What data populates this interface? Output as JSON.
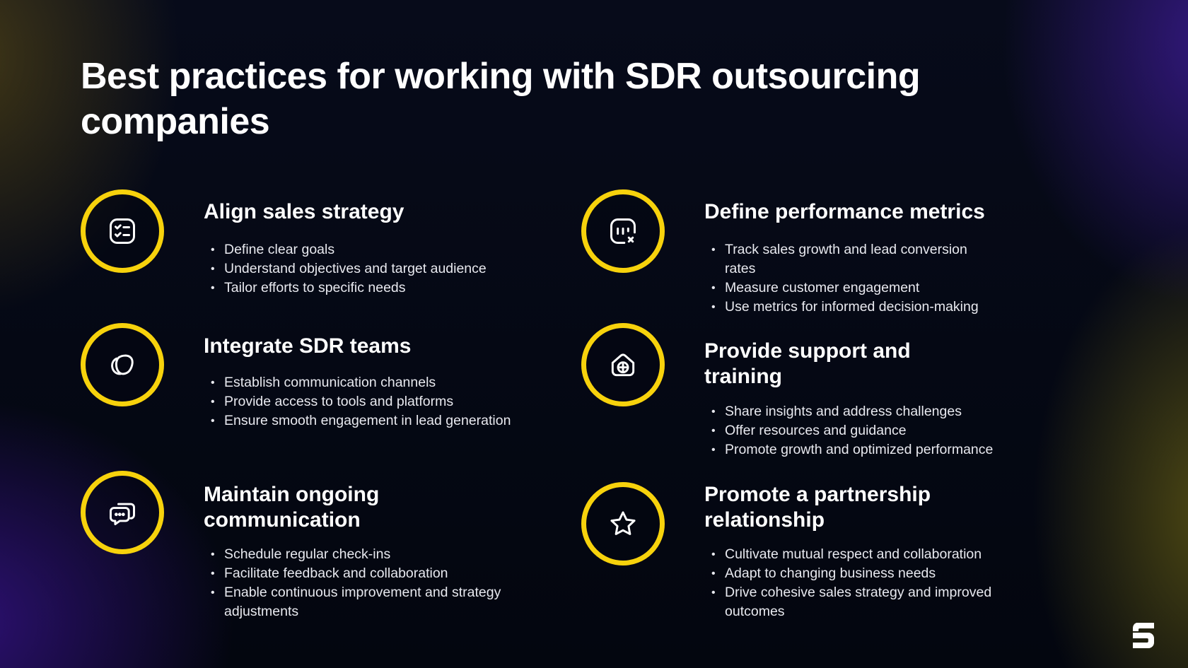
{
  "title": "Best practices for working with SDR outsourcing companies",
  "accent_color": "#f7d20c",
  "practices": [
    {
      "icon": "checklist-icon",
      "heading": "Align sales strategy",
      "bullets": [
        "Define clear goals",
        "Understand objectives and target audience",
        "Tailor efforts to specific needs"
      ]
    },
    {
      "icon": "overlapping-shapes-icon",
      "heading": "Integrate SDR teams",
      "bullets": [
        "Establish communication channels",
        "Provide access to tools and platforms",
        "Ensure smooth engagement in lead generation"
      ]
    },
    {
      "icon": "chat-bubbles-icon",
      "heading": "Maintain ongoing communication",
      "bullets": [
        "Schedule regular check-ins",
        "Facilitate feedback and collaboration",
        "Enable continuous improvement and strategy adjustments"
      ]
    },
    {
      "icon": "metrics-chart-icon",
      "heading": "Define performance metrics",
      "bullets": [
        "Track sales growth and lead conversion rates",
        "Measure customer engagement",
        "Use metrics for informed decision-making"
      ]
    },
    {
      "icon": "support-box-icon",
      "heading": "Provide support and training",
      "bullets": [
        "Share insights and address challenges",
        "Offer resources and guidance",
        "Promote growth and optimized performance"
      ]
    },
    {
      "icon": "star-icon",
      "heading": "Promote a partnership relationship",
      "bullets": [
        "Cultivate mutual respect and collaboration",
        "Adapt to changing business needs",
        "Drive cohesive sales strategy and improved outcomes"
      ]
    }
  ],
  "logo_icon": "brand-s-logo-icon"
}
